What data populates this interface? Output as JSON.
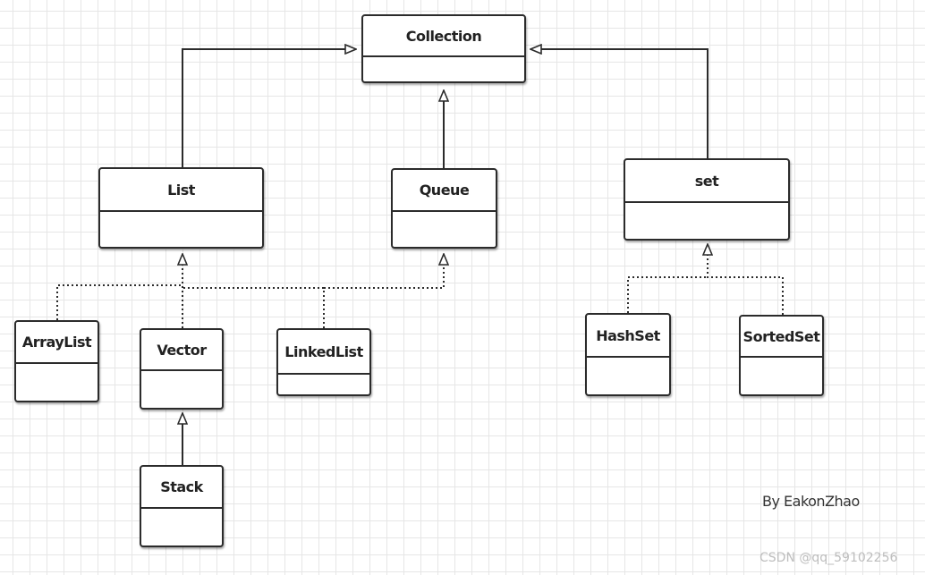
{
  "classes": {
    "collection": "Collection",
    "list": "List",
    "queue": "Queue",
    "set": "set",
    "arraylist": "ArrayList",
    "vector": "Vector",
    "linkedlist": "LinkedList",
    "stack": "Stack",
    "hashset": "HashSet",
    "sortedset": "SortedSet"
  },
  "relations": [
    {
      "from": "List",
      "to": "Collection",
      "kind": "extends"
    },
    {
      "from": "Queue",
      "to": "Collection",
      "kind": "extends"
    },
    {
      "from": "set",
      "to": "Collection",
      "kind": "extends"
    },
    {
      "from": "ArrayList",
      "to": "List",
      "kind": "implements"
    },
    {
      "from": "Vector",
      "to": "List",
      "kind": "implements"
    },
    {
      "from": "LinkedList",
      "to": "List",
      "kind": "implements"
    },
    {
      "from": "LinkedList",
      "to": "Queue",
      "kind": "implements"
    },
    {
      "from": "Stack",
      "to": "Vector",
      "kind": "extends"
    },
    {
      "from": "HashSet",
      "to": "set",
      "kind": "implements"
    },
    {
      "from": "SortedSet",
      "to": "set",
      "kind": "implements"
    }
  ],
  "author": "By EakonZhao",
  "watermark": "CSDN @qq_59102256",
  "colors": {
    "line": "#2b2b2b",
    "grid": "#e6e6e6",
    "watermark": "#bdbdbd"
  }
}
